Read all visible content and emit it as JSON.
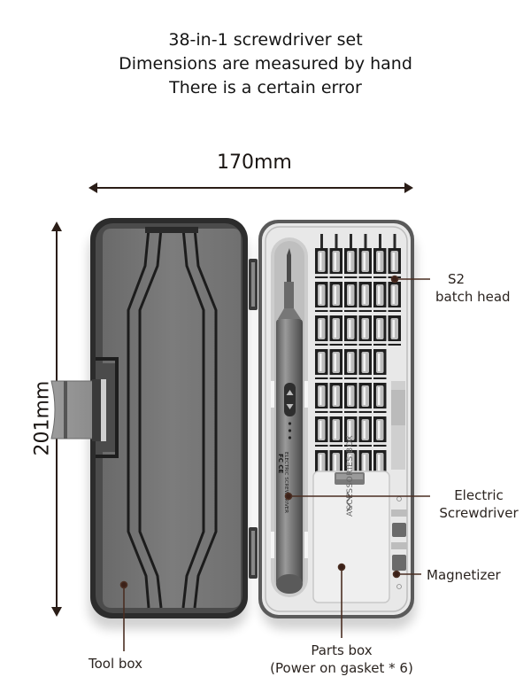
{
  "heading": {
    "lines": [
      "38-in-1 screwdriver set",
      "Dimensions are measured by hand",
      "There is a certain error"
    ]
  },
  "dimensions": {
    "width_label": "170mm",
    "height_label": "201mm"
  },
  "callouts": {
    "bits": {
      "line1": "S2",
      "line2": "batch head"
    },
    "screwdriver": {
      "line1": "Electric",
      "line2": "Screwdriver"
    },
    "magnetizer": {
      "line1": "Magnetizer"
    },
    "toolbox": {
      "line1": "Tool box"
    },
    "parts_box": {
      "line1": "Parts box",
      "line2": "(Power on gasket * 6)"
    }
  },
  "product_markings": {
    "accessories_box": "ACCESSORIES  BOX",
    "screwdriver_text": "ELECTRIC SCREWDRIVER",
    "cert_mark": "FC CE"
  },
  "colors": {
    "leader_line": "#4a2e22",
    "case_dark": "#3a3a3a",
    "case_gray": "#6e6e6e",
    "tray_light": "#e6e6e6"
  }
}
